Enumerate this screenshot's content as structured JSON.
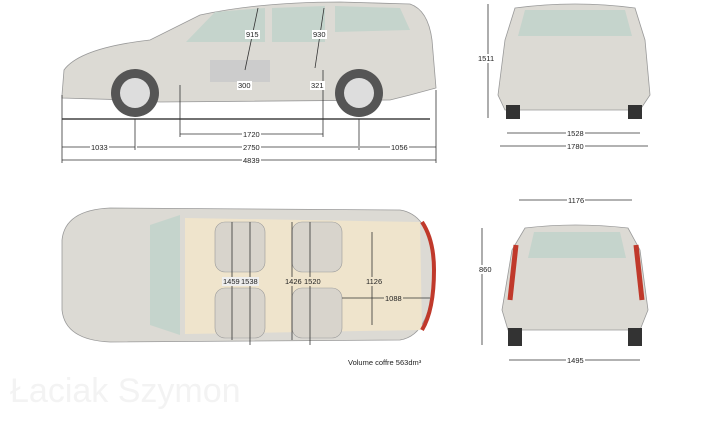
{
  "side_view": {
    "headroom_front": "915",
    "headroom_rear": "930",
    "seat_height_front": "300",
    "seat_height_rear": "321",
    "interior_length": "1720",
    "front_overhang": "1033",
    "wheelbase": "2750",
    "rear_overhang": "1056",
    "overall_length": "4839"
  },
  "front_view": {
    "height": "1511",
    "front_track": "1528",
    "width": "1780"
  },
  "top_view": {
    "elbow_front": "1459",
    "shoulder_front": "1538",
    "elbow_rear": "1426",
    "shoulder_rear": "1520",
    "boot_width": "1126",
    "boot_length": "1088",
    "boot_volume_label": "Volume coffre 563dm³"
  },
  "rear_view": {
    "tailgate_width": "1176",
    "sill_height": "860",
    "rear_track": "1495"
  },
  "watermark": "Łaciak Szymon",
  "colors": {
    "body": "#d8d6d0",
    "glass": "#c5d4cc",
    "interior": "#efe4cc",
    "taillight": "#c0392b"
  }
}
